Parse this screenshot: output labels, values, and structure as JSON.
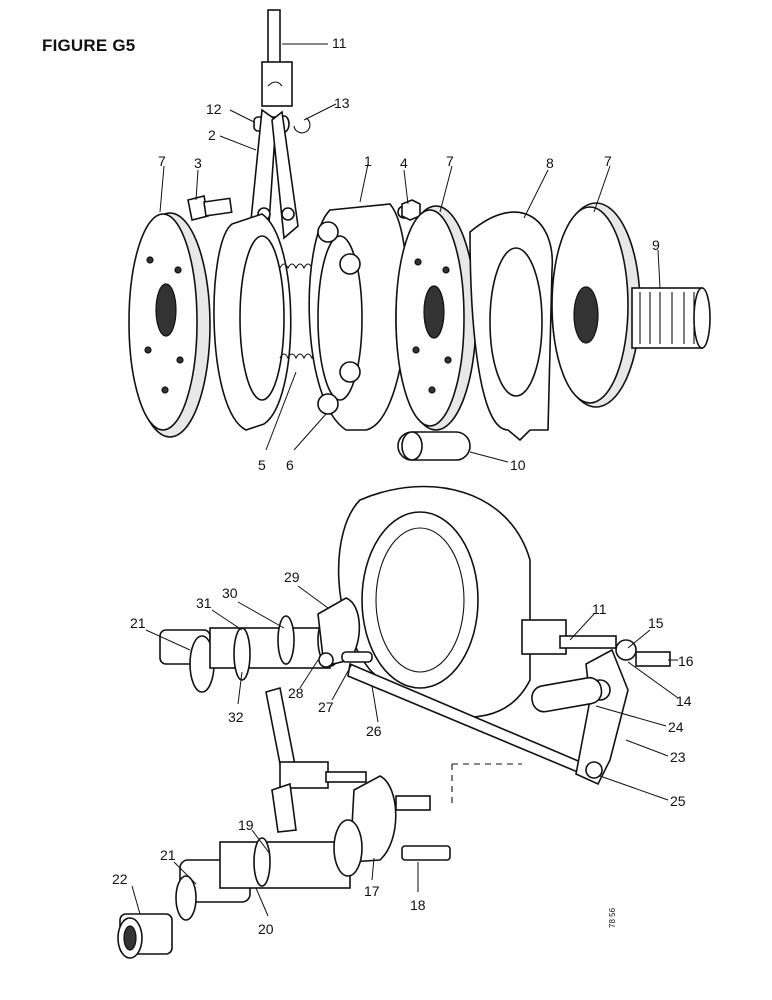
{
  "figure_title": "FIGURE G5",
  "drawing_code": "78 56",
  "callouts": [
    "1",
    "2",
    "3",
    "4",
    "5",
    "6",
    "7",
    "7",
    "7",
    "8",
    "9",
    "10",
    "11",
    "11",
    "12",
    "13",
    "14",
    "15",
    "16",
    "17",
    "18",
    "19",
    "20",
    "21",
    "21",
    "22",
    "23",
    "24",
    "25",
    "26",
    "27",
    "28",
    "29",
    "30",
    "31",
    "32"
  ]
}
